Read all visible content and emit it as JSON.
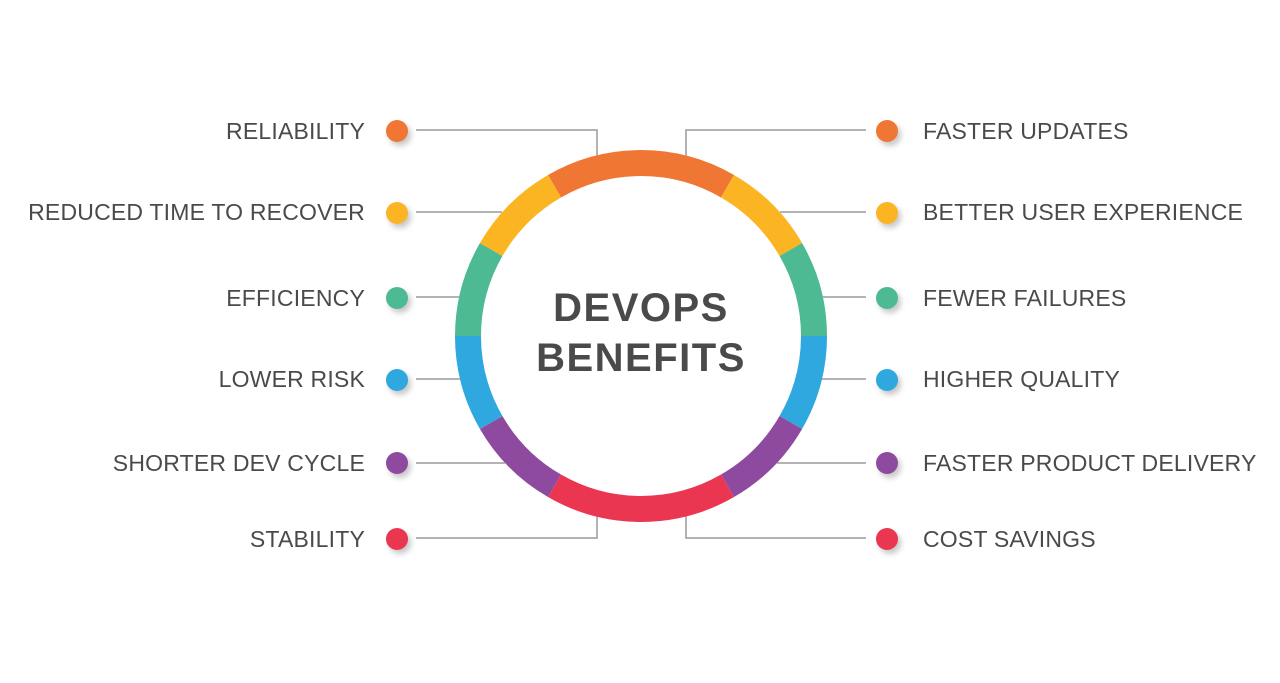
{
  "title": {
    "line1": "DEVOPS",
    "line2": "BENEFITS"
  },
  "colors": {
    "orange": "#f07634",
    "yellow": "#fbb522",
    "green": "#4dba94",
    "blue": "#2ea8df",
    "purple": "#8e4a9f",
    "red": "#ea3650",
    "text": "#4a4a4a",
    "line": "#9a9a9a"
  },
  "left": [
    {
      "label": "RELIABILITY",
      "color": "#f07634"
    },
    {
      "label": "REDUCED TIME TO RECOVER",
      "color": "#fbb522"
    },
    {
      "label": "EFFICIENCY",
      "color": "#4dba94"
    },
    {
      "label": "LOWER RISK",
      "color": "#2ea8df"
    },
    {
      "label": "SHORTER DEV CYCLE",
      "color": "#8e4a9f"
    },
    {
      "label": "STABILITY",
      "color": "#ea3650"
    }
  ],
  "right": [
    {
      "label": "FASTER UPDATES",
      "color": "#f07634"
    },
    {
      "label": "BETTER USER EXPERIENCE",
      "color": "#fbb522"
    },
    {
      "label": "FEWER FAILURES",
      "color": "#4dba94"
    },
    {
      "label": "HIGHER QUALITY",
      "color": "#2ea8df"
    },
    {
      "label": "FASTER PRODUCT DELIVERY",
      "color": "#8e4a9f"
    },
    {
      "label": "COST SAVINGS",
      "color": "#ea3650"
    }
  ]
}
